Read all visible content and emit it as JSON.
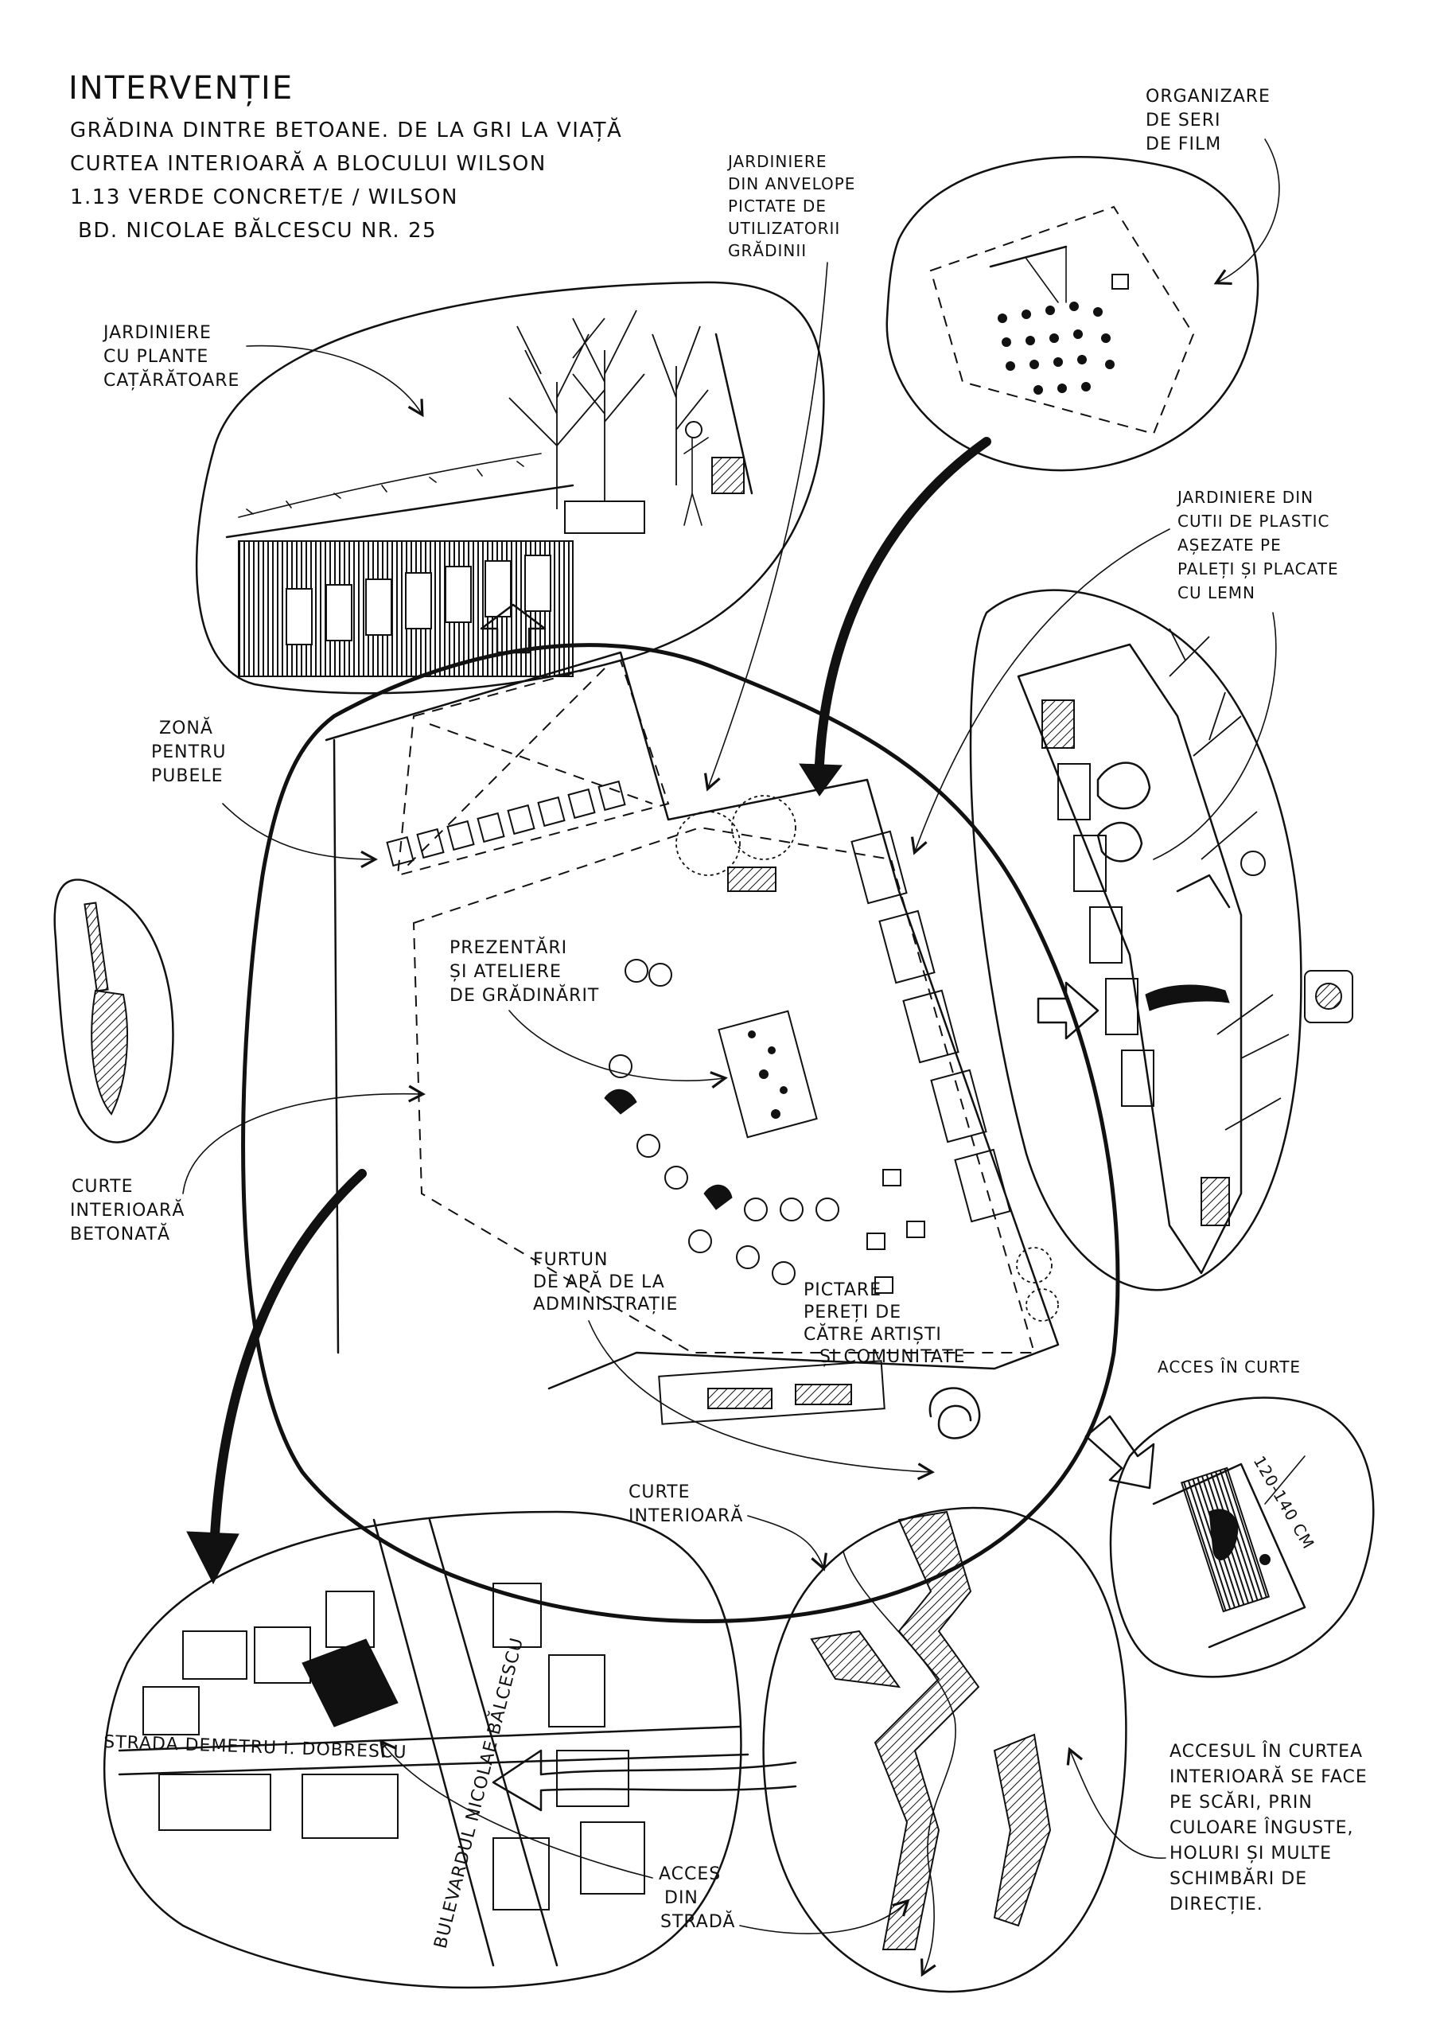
{
  "title": {
    "main": "INTERVENȚIE",
    "line1": "GRĂDINA DINTRE BETOANE. DE LA GRI LA VIAȚĂ",
    "line2": "CURTEA INTERIOARĂ A BLOCULUI WILSON",
    "line3": "1.13 VERDE CONCRET/E / WILSON",
    "line4": "BD. NICOLAE BĂLCESCU NR. 25"
  },
  "annotations": {
    "jardiniere_plante": [
      "JARDINIERE",
      "CU PLANTE",
      "CAȚĂRĂTOARE"
    ],
    "jardiniere_anvelope": [
      "JARDINIERE",
      "DIN ANVELOPE",
      "PICTATE DE",
      "UTILIZATORII",
      "GRĂDINII"
    ],
    "seri_film": [
      "ORGANIZARE",
      "DE SERI",
      "DE FILM"
    ],
    "jardiniere_cutii": [
      "JARDINIERE DIN",
      "CUTII DE PLASTIC",
      "AȘEZATE PE",
      "PALEȚI ȘI PLACATE",
      "CU LEMN"
    ],
    "zona_pubele": [
      "ZONĂ",
      "PENTRU",
      "PUBELE"
    ],
    "prezentari": [
      "PREZENTĂRI",
      "ȘI ATELIERE",
      "DE GRĂDINĂRIT"
    ],
    "curte_betonata": [
      "CURTE",
      "INTERIOARĂ",
      "BETONATĂ"
    ],
    "furtun": [
      "FURTUN",
      "DE APĂ DE LA",
      "ADMINISTRAȚIE"
    ],
    "pictare": [
      "PICTARE",
      "PEREȚI DE",
      "CĂTRE ARTIȘTI",
      "ȘI COMUNITATE"
    ],
    "acces_curte": "ACCES ÎN CURTE",
    "latime": "120-140 CM",
    "curte_interioara": [
      "CURTE",
      "INTERIOARĂ"
    ],
    "acces_strada": [
      "ACCES",
      "DIN",
      "STRADĂ"
    ],
    "accesul_descriere": [
      "ACCESUL ÎN CURTEA",
      "INTERIOARĂ SE FACE",
      "PE SCĂRI, PRIN",
      "CULOARE ÎNGUSTE,",
      "HOLURI ȘI MULTE",
      "SCHIMBĂRI DE",
      "DIRECȚIE."
    ]
  },
  "map": {
    "strada": "STRADA DEMETRU I. DOBRESCU",
    "bulevard": "BULEVARDUL NICOLAE BĂLCESCU"
  }
}
